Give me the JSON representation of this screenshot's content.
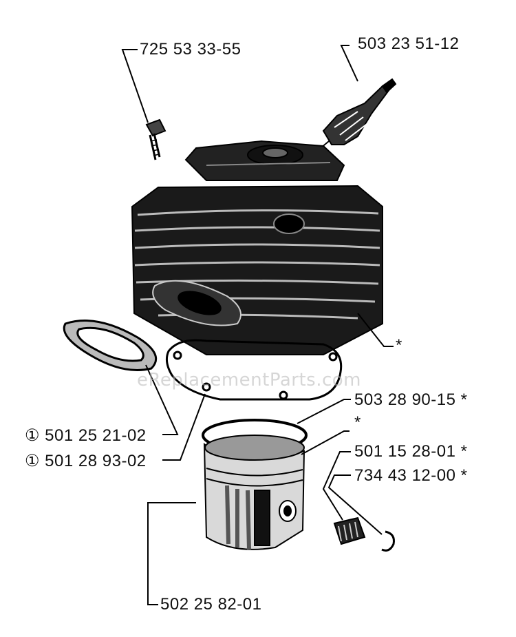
{
  "watermark": "eReplacementParts.com",
  "callouts": [
    {
      "id": "bolt",
      "text": "725 53 33-55"
    },
    {
      "id": "spark-plug",
      "text": "503 23 51-12"
    },
    {
      "id": "cylinder",
      "text": "*"
    },
    {
      "id": "piston-ring",
      "text": "503 28 90-15  *"
    },
    {
      "id": "piston-star",
      "text": "*"
    },
    {
      "id": "needle-bearing",
      "text": "501 15 28-01  *"
    },
    {
      "id": "circlip",
      "text": "734 43 12-00  *"
    },
    {
      "id": "exhaust-gasket",
      "text": "① 501 25 21-02"
    },
    {
      "id": "cylinder-gasket",
      "text": "① 501 28 93-02"
    },
    {
      "id": "piston-kit",
      "text": "502 25 82-01"
    }
  ]
}
